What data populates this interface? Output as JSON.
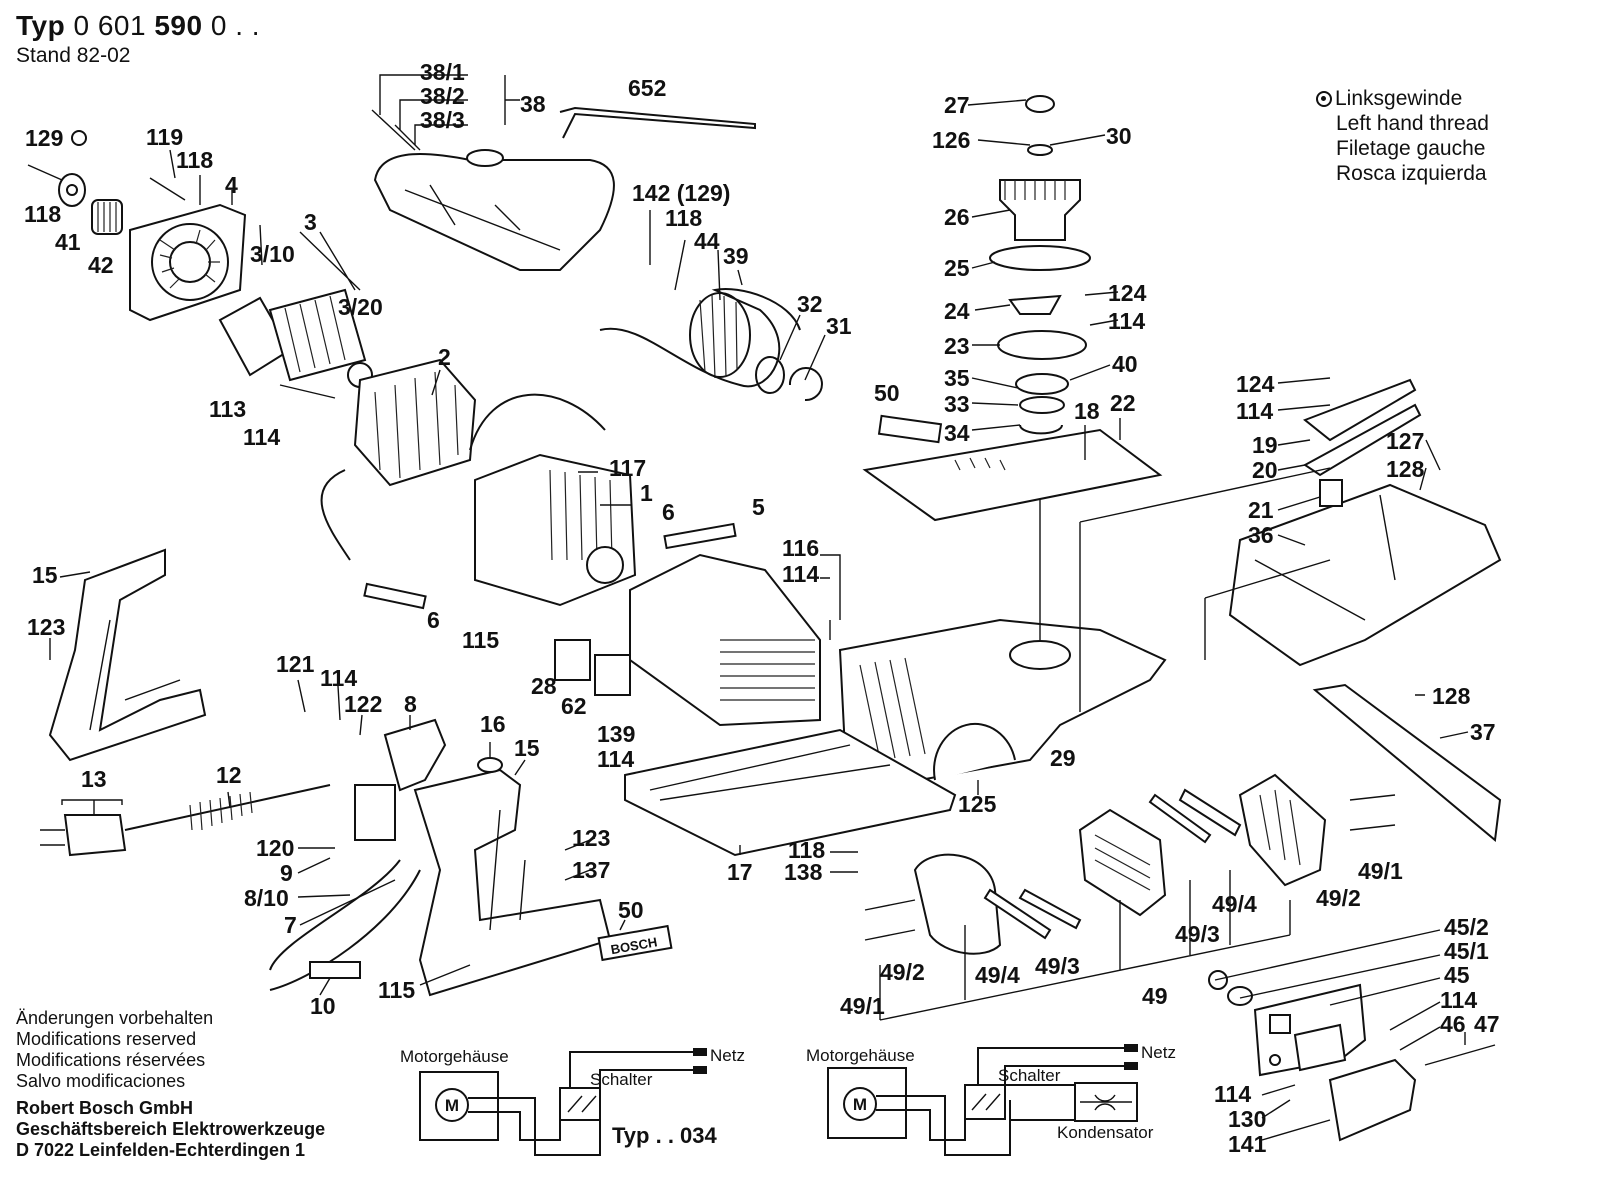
{
  "header": {
    "typ_label": "Typ",
    "typ_number_a": "0 601",
    "typ_number_b": "590",
    "typ_number_c": "0 . .",
    "stand": "Stand 82-02"
  },
  "thread_legend": [
    "Linksgewinde",
    "Left hand thread",
    "Filetage gauche",
    "Rosca izquierda"
  ],
  "modifications": [
    "Änderungen vorbehalten",
    "Modifications reserved",
    "Modifications réservées",
    "Salvo modificaciones"
  ],
  "company": [
    "Robert Bosch GmbH",
    "Geschäftsbereich Elektrowerkzeuge",
    "D 7022 Leinfelden-Echterdingen 1"
  ],
  "wiring": {
    "motor_housing": "Motorgehäuse",
    "switch": "Schalter",
    "mains": "Netz",
    "capacitor": "Kondensator",
    "motor_symbol": "M",
    "type_label": "Typ . . 034"
  },
  "badge_text": "BOSCH",
  "part_labels": {
    "p129": "129",
    "p118a": "118",
    "p41": "41",
    "p42": "42",
    "p119": "119",
    "p118b": "118",
    "p4": "4",
    "p3": "3",
    "p3_10": "3/10",
    "p3_20": "3/20",
    "p113": "113",
    "p114a": "114",
    "p2": "2",
    "p38_1": "38/1",
    "p38_2": "38/2",
    "p38_3": "38/3",
    "p38": "38",
    "p652": "652",
    "p142": "142 (129)",
    "p118c": "118",
    "p44": "44",
    "p39": "39",
    "p32": "32",
    "p31": "31",
    "p117": "117",
    "p1": "1",
    "p6a": "6",
    "p5": "5",
    "p6b": "6",
    "p115a": "115",
    "p116": "116",
    "p114b": "114",
    "p28": "28",
    "p62": "62",
    "p139": "139",
    "p114c": "114",
    "p27": "27",
    "p126": "126",
    "p30": "30",
    "p26": "26",
    "p25": "25",
    "p24": "24",
    "p124a": "124",
    "p114d": "114",
    "p23": "23",
    "p40": "40",
    "p35": "35",
    "p33": "33",
    "p34": "34",
    "p50a": "50",
    "p18": "18",
    "p22": "22",
    "p124b": "124",
    "p114e": "114",
    "p19": "19",
    "p20": "20",
    "p127": "127",
    "p128a": "128",
    "p21": "21",
    "p36": "36",
    "p128b": "128",
    "p37": "37",
    "p29": "29",
    "p15a": "15",
    "p123a": "123",
    "p13": "13",
    "p12": "12",
    "p121": "121",
    "p114f": "114",
    "p122": "122",
    "p8": "8",
    "p16": "16",
    "p15b": "15",
    "p123b": "123",
    "p137": "137",
    "p120": "120",
    "p9": "9",
    "p8_10": "8/10",
    "p7": "7",
    "p10": "10",
    "p115b": "115",
    "p50b": "50",
    "p17": "17",
    "p118d": "118",
    "p138": "138",
    "p125": "125",
    "p49_1a": "49/1",
    "p49_2a": "49/2",
    "p49_4a": "49/4",
    "p49_3a": "49/3",
    "p49": "49",
    "p49_3b": "49/3",
    "p49_4b": "49/4",
    "p49_2b": "49/2",
    "p49_1b": "49/1",
    "p45_2": "45/2",
    "p45_1": "45/1",
    "p45": "45",
    "p114g": "114",
    "p46": "46",
    "p47": "47",
    "p114h": "114",
    "p130": "130",
    "p141": "141"
  }
}
